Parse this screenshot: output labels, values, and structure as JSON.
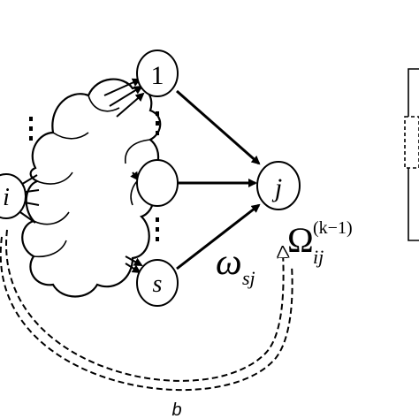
{
  "nodes": {
    "source": "i",
    "top": "1",
    "middle": "",
    "bottom": "s",
    "target": "j"
  },
  "labels": {
    "weight": "ω",
    "weight_sub": "sj",
    "omega": "Ω",
    "omega_sub": "ij",
    "omega_sup": "(k−1)",
    "caption": "b"
  },
  "ellipsis": "⋮"
}
